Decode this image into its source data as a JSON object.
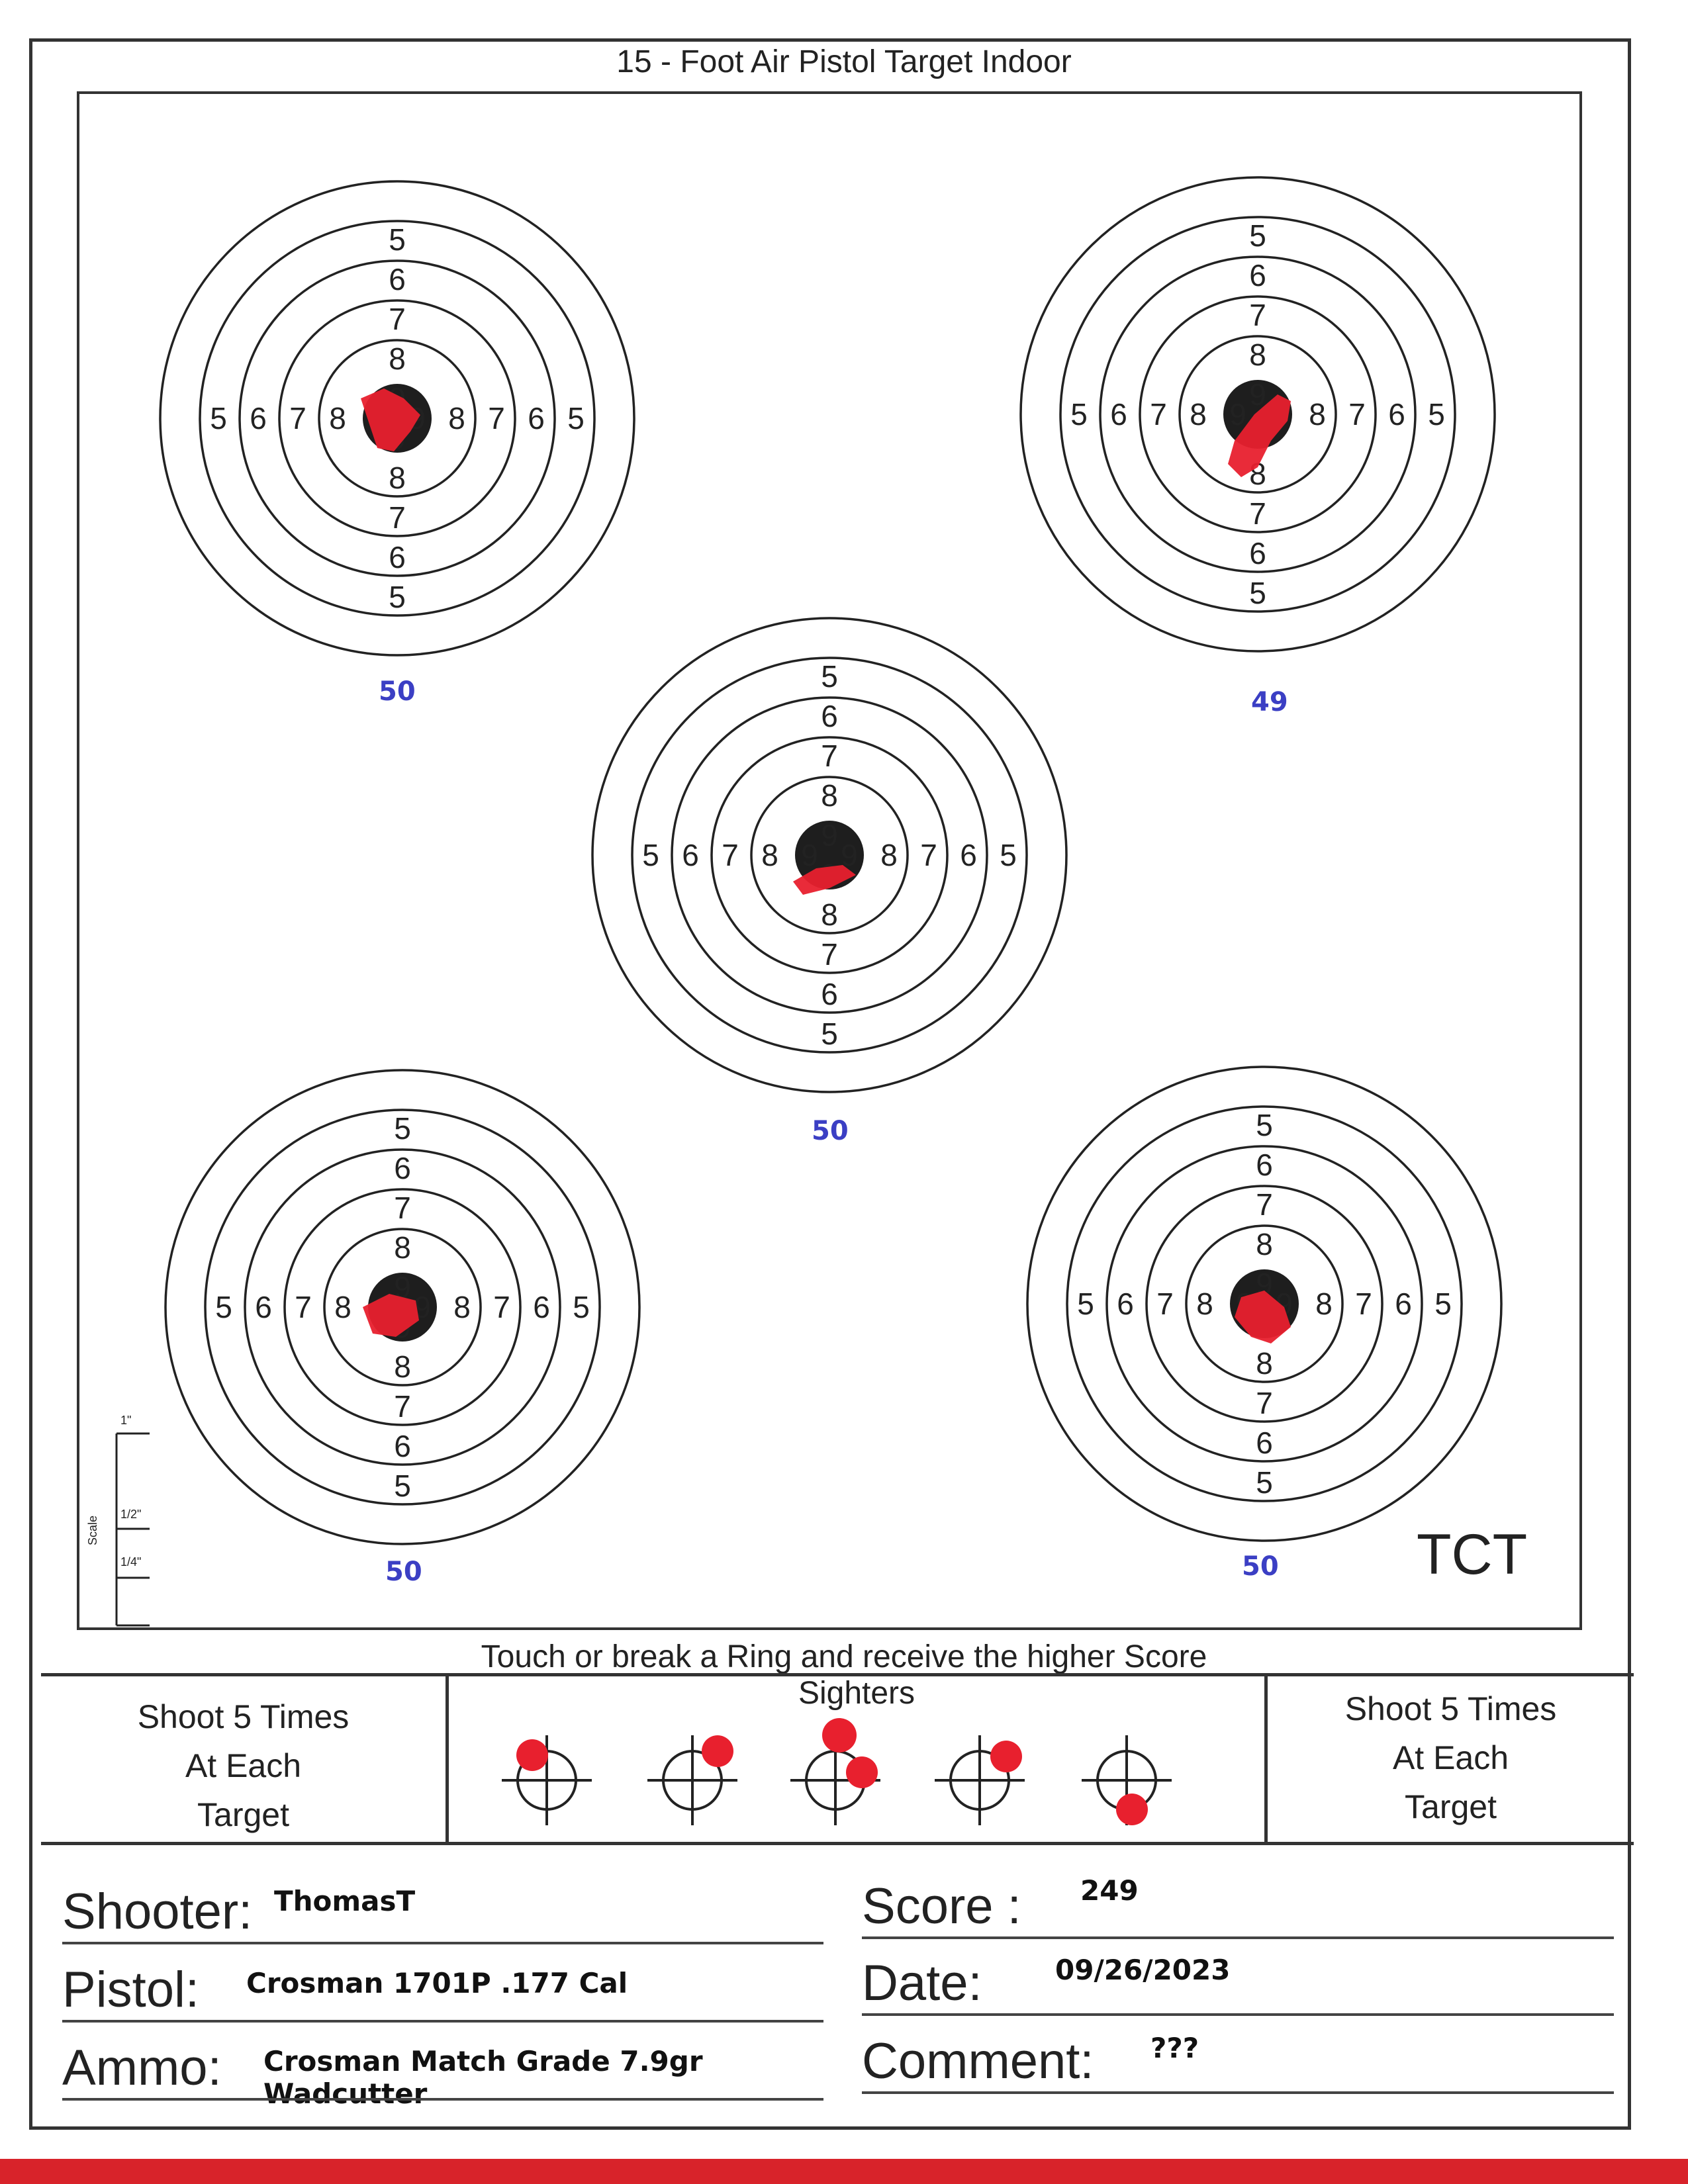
{
  "title": "15 - Foot Air Pistol Target Indoor",
  "rings": [
    "5",
    "6",
    "7",
    "8",
    "9"
  ],
  "targets": [
    {
      "id": "top-left",
      "score": "50"
    },
    {
      "id": "top-right",
      "score": "49"
    },
    {
      "id": "center",
      "score": "50"
    },
    {
      "id": "bottom-left",
      "score": "50"
    },
    {
      "id": "bottom-right",
      "score": "50"
    }
  ],
  "brand": "TCT",
  "scale": {
    "label": "Scale",
    "marks": [
      "1\"",
      "1/2\"",
      "1/4\""
    ]
  },
  "rule_text": "Touch or break a Ring and receive the higher Score",
  "instructions": {
    "line1": "Shoot 5 Times",
    "line2": "At Each",
    "line3": "Target"
  },
  "sighters_label": "Sighters",
  "form": {
    "shooter_label": "Shooter:",
    "shooter": "ThomasT",
    "pistol_label": "Pistol:",
    "pistol": "Crosman 1701P .177 Cal",
    "ammo_label": "Ammo:",
    "ammo": "Crosman Match Grade 7.9gr Wadcutter",
    "score_label": "Score :",
    "score": "249",
    "date_label": "Date:",
    "date": "09/26/2023",
    "comment_label": "Comment:",
    "comment": "???"
  },
  "colors": {
    "ink": "#222222",
    "hit": "#e8202e",
    "score_ink": "#3b3fc4",
    "bull": "#1e1e1e"
  }
}
